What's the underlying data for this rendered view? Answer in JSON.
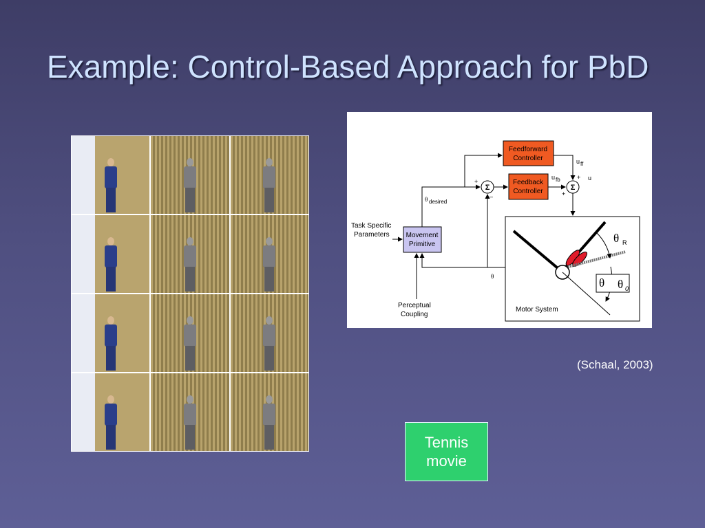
{
  "slide": {
    "title": "Example: Control-Based Approach for PbD",
    "citation": "(Schaal, 2003)"
  },
  "movie_button": {
    "line1": "Tennis",
    "line2": "movie",
    "color": "#2ed06e"
  },
  "diagram": {
    "feedforward_label": [
      "Feedforward",
      "Controller"
    ],
    "feedback_label": [
      "Feedback",
      "Controller"
    ],
    "sum_symbol": "Σ",
    "movement_primitive_label": [
      "Movement",
      "Primitive"
    ],
    "task_params_label": [
      "Task Specific",
      "Parameters"
    ],
    "perceptual_label": [
      "Perceptual",
      "Coupling"
    ],
    "motor_system_label": "Motor System",
    "u_ff": "u",
    "u_ff_sub": "ff",
    "u_fb": "u",
    "u_fb_sub": "fb",
    "u": "u",
    "theta_desired": "θ",
    "theta_desired_sub": "desired",
    "theta": "θ",
    "theta_R": "θ",
    "theta_R_sub": "R",
    "theta_0_a": "θ",
    "theta_0_b": "θ",
    "theta_0_sub": "0",
    "plus": "+",
    "minus": "–",
    "box_color": "#f05a22",
    "primitive_color": "#c9c5f0"
  }
}
